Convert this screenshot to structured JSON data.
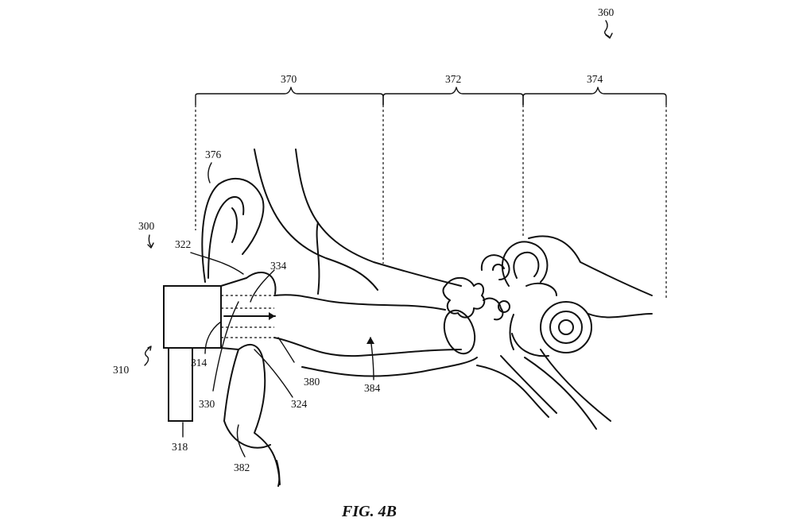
{
  "figure": {
    "caption": "FIG. 4B",
    "labels": {
      "l360": "360",
      "l370": "370",
      "l372": "372",
      "l374": "374",
      "l376": "376",
      "l300": "300",
      "l322": "322",
      "l334": "334",
      "l310": "310",
      "l314": "314",
      "l330": "330",
      "l324": "324",
      "l380": "380",
      "l384": "384",
      "l318": "318",
      "l382": "382"
    }
  }
}
